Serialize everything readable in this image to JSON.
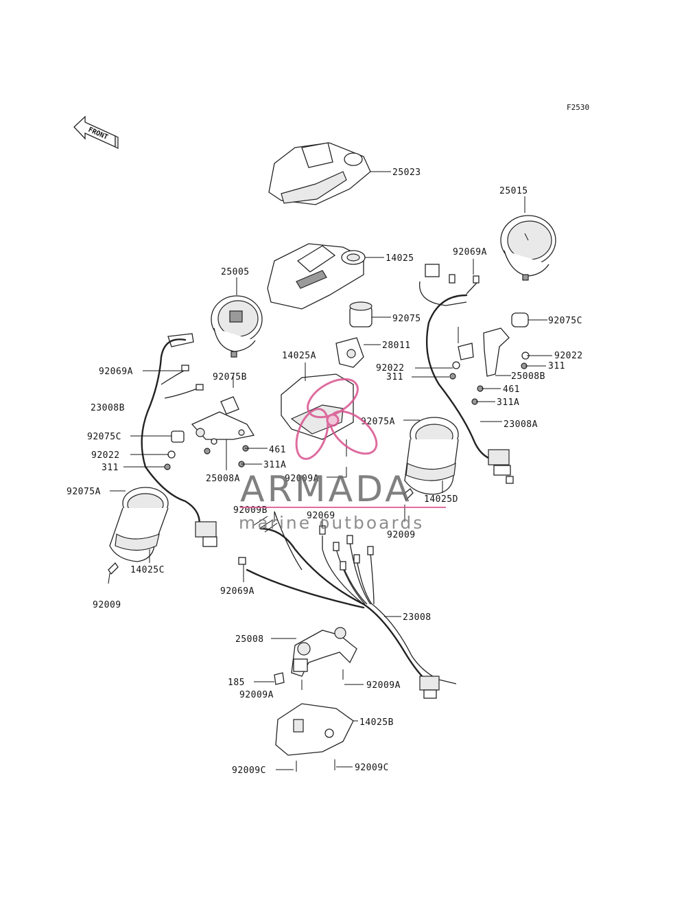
{
  "diagram": {
    "figure_ref": "F2530",
    "front_label": "FRONT",
    "watermark": {
      "brand": "ARMADA",
      "tagline": "marine outboards",
      "accent_color": "#d9538f"
    },
    "callouts": [
      "25023",
      "25015",
      "14025",
      "92069A",
      "25005",
      "92075",
      "28011",
      "92075C",
      "92022",
      "311",
      "14025A",
      "92022",
      "311",
      "25008B",
      "92069A",
      "92075B",
      "461",
      "23008B",
      "311A",
      "92075C",
      "92075A",
      "23008A",
      "92022",
      "461",
      "311",
      "311A",
      "25008A",
      "92009A",
      "14025D",
      "92075A",
      "92009B",
      "92069",
      "92009",
      "14025C",
      "92009",
      "92069A",
      "23008",
      "25008",
      "185",
      "92009A",
      "92009A",
      "14025B",
      "92009C",
      "92009C"
    ]
  }
}
